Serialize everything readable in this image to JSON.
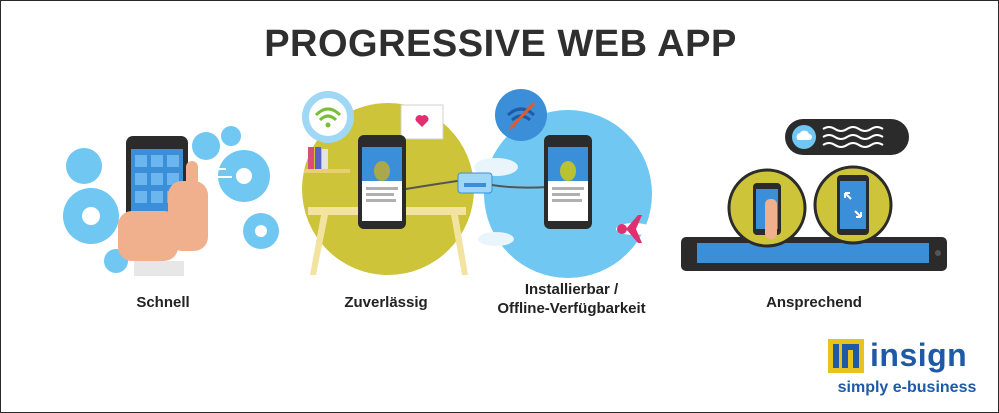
{
  "title": "PROGRESSIVE WEB APP",
  "features": [
    {
      "label": "Schnell"
    },
    {
      "label": "Zuverlässig"
    },
    {
      "label_line1": "Installierbar /",
      "label_line2": "Offline-Verfügbarkeit"
    },
    {
      "label": "Ansprechend"
    }
  ],
  "logo": {
    "mark": "in",
    "word": "insign",
    "tagline": "simply e-business"
  },
  "colors": {
    "title": "#2f2f2f",
    "gear_blue": "#6fc7f2",
    "olive_yellow": "#cdc43a",
    "phone_dark": "#2b2b2b",
    "screen_blue": "#3a8fd8",
    "skin": "#f0b08e",
    "logo_blue": "#1f5aa6",
    "logo_yellow": "#e8c21d"
  }
}
